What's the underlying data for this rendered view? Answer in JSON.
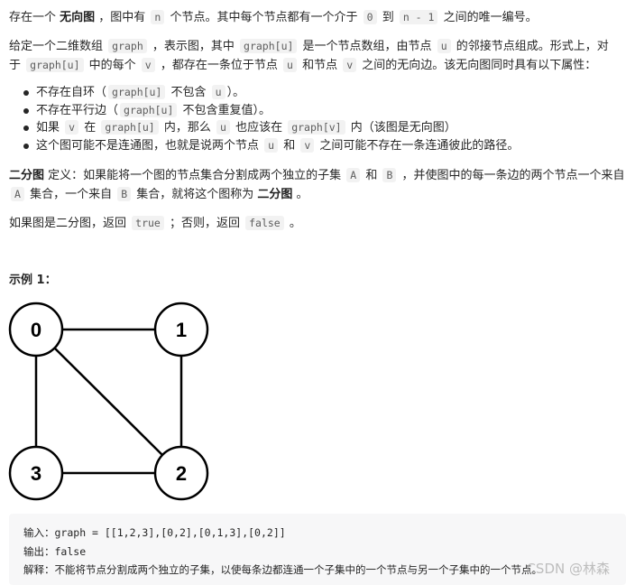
{
  "p1": {
    "t1": "存在一个 ",
    "b1": "无向图",
    "t2": " ，图中有 ",
    "c1": "n",
    "t3": " 个节点。其中每个节点都有一个介于 ",
    "c2": "0",
    "t4": " 到 ",
    "c3": "n - 1",
    "t5": " 之间的唯一编号。"
  },
  "p2": {
    "line1": {
      "t1": "给定一个二维数组 ",
      "c1": "graph",
      "t2": " ，表示图，其中 ",
      "c2": "graph[u]",
      "t3": " 是一个节点数组，由节点 ",
      "c3": "u",
      "t4": " 的邻接节点组成。形式上，对"
    },
    "line2": {
      "t1": "于 ",
      "c1": "graph[u]",
      "t2": " 中的每个 ",
      "c2": "v",
      "t3": " ，都存在一条位于节点 ",
      "c3": "u",
      "t4": " 和节点 ",
      "c4": "v",
      "t5": " 之间的无向边。该无向图同时具有以下属性："
    }
  },
  "bullets": {
    "b1": {
      "t1": "不存在自环（",
      "c1": "graph[u]",
      "t2": " 不包含 ",
      "c2": "u",
      "t3": "）。"
    },
    "b2": {
      "t1": "不存在平行边（",
      "c1": "graph[u]",
      "t2": " 不包含重复值）。"
    },
    "b3": {
      "t1": "如果 ",
      "c1": "v",
      "t2": " 在 ",
      "c2": "graph[u]",
      "t3": " 内，那么 ",
      "c3": "u",
      "t4": " 也应该在 ",
      "c4": "graph[v]",
      "t5": " 内（该图是无向图）"
    },
    "b4": {
      "t1": "这个图可能不是连通图，也就是说两个节点 ",
      "c1": "u",
      "t2": " 和 ",
      "c2": "v",
      "t3": " 之间可能不存在一条连通彼此的路径。"
    }
  },
  "p3": {
    "line1": {
      "b1": "二分图",
      "t1": " 定义：如果能将一个图的节点集合分割成两个独立的子集 ",
      "c1": "A",
      "t2": " 和 ",
      "c2": "B",
      "t3": " ，并使图中的每一条边的两个节点一个来自"
    },
    "line2": {
      "c1": "A",
      "t1": " 集合，一个来自 ",
      "c2": "B",
      "t2": " 集合，就将这个图称为 ",
      "b1": "二分图",
      "t3": " 。"
    }
  },
  "p4": {
    "t1": "如果图是二分图，返回 ",
    "c1": "true",
    "t2": " ；否则，返回 ",
    "c2": "false",
    "t3": " 。"
  },
  "example": {
    "title": "示例 1：",
    "graph": {
      "nodes": [
        {
          "id": "0",
          "label": "0"
        },
        {
          "id": "1",
          "label": "1"
        },
        {
          "id": "3",
          "label": "3"
        },
        {
          "id": "2",
          "label": "2"
        }
      ]
    },
    "input_line": "输入：graph = [[1,2,3],[0,2],[0,1,3],[0,2]]",
    "output_line": "输出：false",
    "explain_line": "解释：不能将节点分割成两个独立的子集，以使每条边都连通一个子集中的一个节点与另一个子集中的一个节点。"
  },
  "watermark": "CSDN @林森"
}
